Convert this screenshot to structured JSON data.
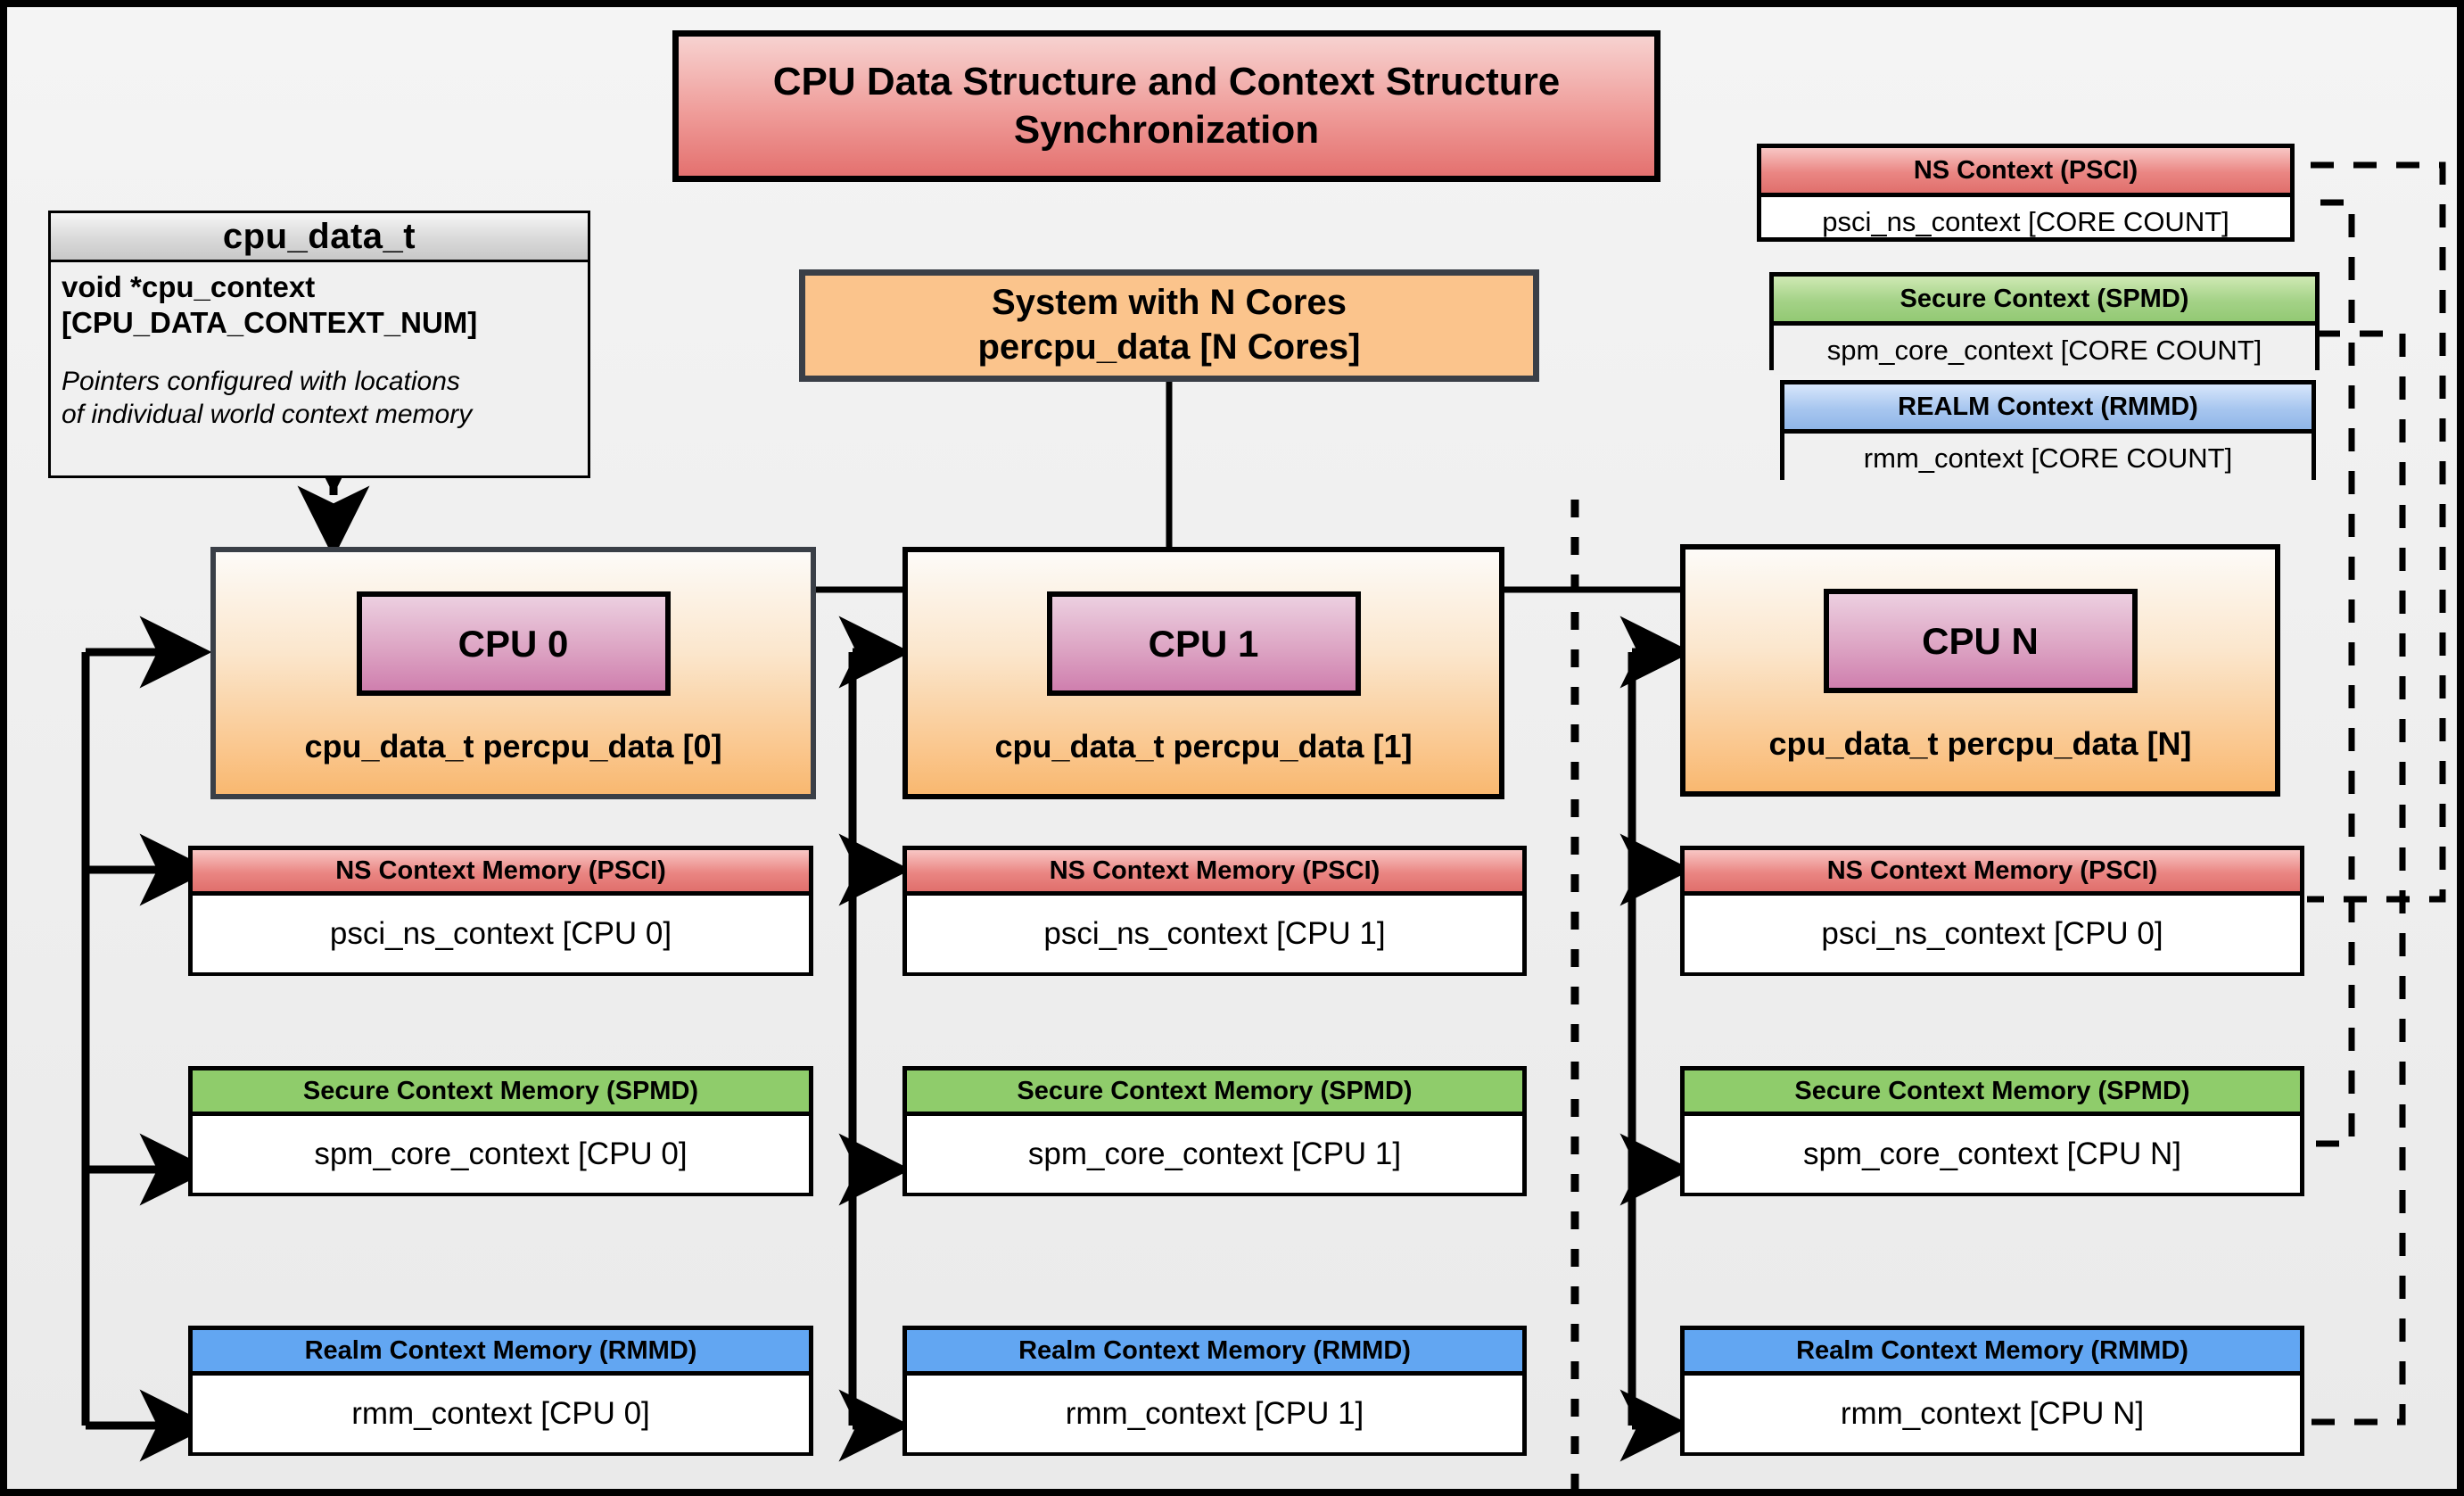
{
  "diagram": {
    "title": "CPU Data Structure and Context Structure\nSynchronization",
    "title_line1": "CPU Data Structure and Context Structure",
    "title_line2": "Synchronization",
    "colors": {
      "ns": "#ef7f7c",
      "secure": "#8fcc6b",
      "realm": "#62a6f2",
      "cpu_panel": "#f9b870",
      "cpu_chip": "#cf7fae",
      "system": "#fbc48c",
      "title": "#e4716f",
      "background": "#efefef",
      "border": "#000000"
    }
  },
  "cpu_data_t": {
    "header": "cpu_data_t",
    "field_line1": "void  *cpu_context",
    "field_line2": "[CPU_DATA_CONTEXT_NUM]",
    "note_line1": "Pointers configured with locations",
    "note_line2": "of individual world context memory"
  },
  "system_box": {
    "line1": "System with N Cores",
    "line2": "percpu_data [N Cores]"
  },
  "legend": [
    {
      "caption": "NS Context  (PSCI)",
      "value": "psci_ns_context [CORE COUNT]",
      "kind": "ns"
    },
    {
      "caption": "Secure Context (SPMD)",
      "value": "spm_core_context [CORE COUNT]",
      "kind": "secure"
    },
    {
      "caption": "REALM Context (RMMD)",
      "value": "rmm_context [CORE COUNT]",
      "kind": "realm"
    }
  ],
  "cpus": [
    {
      "chip_label": "CPU 0",
      "panel_caption": "cpu_data_t percpu_data [0]",
      "contexts": [
        {
          "caption": "NS Context Memory (PSCI)",
          "value": "psci_ns_context [CPU 0]",
          "kind": "ns"
        },
        {
          "caption": "Secure Context Memory (SPMD)",
          "value": "spm_core_context [CPU 0]",
          "kind": "secure"
        },
        {
          "caption": "Realm Context Memory (RMMD)",
          "value": "rmm_context [CPU 0]",
          "kind": "realm"
        }
      ]
    },
    {
      "chip_label": "CPU 1",
      "panel_caption": "cpu_data_t percpu_data [1]",
      "contexts": [
        {
          "caption": "NS Context Memory (PSCI)",
          "value": "psci_ns_context [CPU 1]",
          "kind": "ns"
        },
        {
          "caption": "Secure Context Memory (SPMD)",
          "value": "spm_core_context [CPU 1]",
          "kind": "secure"
        },
        {
          "caption": "Realm Context Memory (RMMD)",
          "value": "rmm_context [CPU 1]",
          "kind": "realm"
        }
      ]
    },
    {
      "chip_label": "CPU N",
      "panel_caption": "cpu_data_t percpu_data [N]",
      "contexts": [
        {
          "caption": "NS Context Memory (PSCI)",
          "value": "psci_ns_context [CPU 0]",
          "kind": "ns"
        },
        {
          "caption": "Secure Context Memory (SPMD)",
          "value": "spm_core_context [CPU N]",
          "kind": "secure"
        },
        {
          "caption": "Realm Context Memory (RMMD)",
          "value": "rmm_context [CPU N]",
          "kind": "realm"
        }
      ]
    }
  ]
}
